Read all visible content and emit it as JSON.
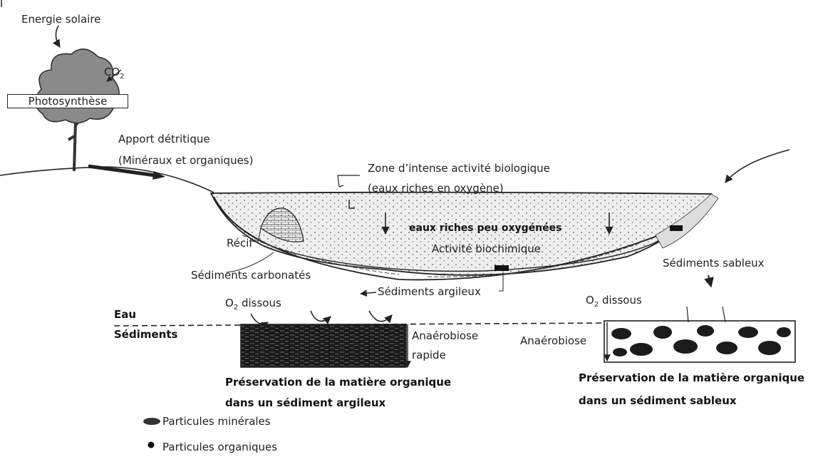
{
  "labels": {
    "solar": "Energie solaire",
    "co2_base": "CO",
    "co2_sub": "2",
    "photosynthese": "Photosynthèse",
    "apport_1": "Apport détritique",
    "apport_2": "(Minéraux et organiques)",
    "zone_1": "Zone d’intense activité biologique",
    "zone_2": "(eaux riches en oxygène)",
    "eaux_peu": "eaux riches peu oxygénées",
    "activite": "Activité biochimique",
    "recif": "Récif",
    "sed_carb": "Sédiments carbonatés",
    "sed_arg": "Sédiments argileux",
    "sed_sab": "Sédiments sableux",
    "o2_base": "O",
    "o2_sub": "2",
    "o2_rest": " dissous",
    "eau": "Eau",
    "sediments": "Sédiments",
    "anaero_1": "Anaérobiose",
    "anaero_2": "rapide",
    "anaero_right": "Anaérobiose",
    "pres_left_1": "Préservation de la matière organique",
    "pres_left_2": "dans un sédiment argileux",
    "pres_right_1": "Préservation de la matière organique",
    "pres_right_2": "dans un sédiment sableux",
    "legend_min": "Particules minérales",
    "legend_org": "Particules organiques"
  }
}
